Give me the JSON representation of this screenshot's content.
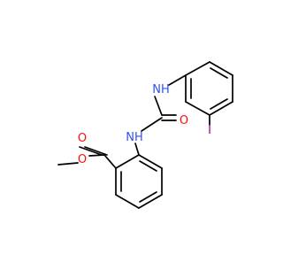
{
  "molecule": {
    "atom_labels": {
      "nh_upper": "NH",
      "nh_lower": "NH",
      "o_carbonyl": "O",
      "o_ester": "O",
      "o_methoxy": "O",
      "iodine": "I"
    },
    "colors": {
      "bond": "#000000",
      "nitrogen": "#3050F8",
      "oxygen": "#FF0D0D",
      "iodine": "#940094",
      "background": "#ffffff"
    }
  }
}
